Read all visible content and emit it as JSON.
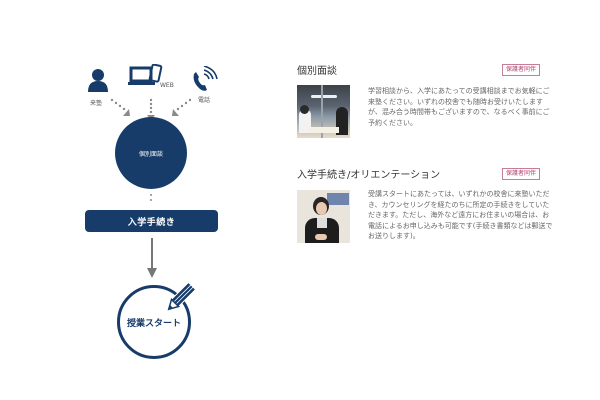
{
  "flow": {
    "sources": [
      {
        "label": "来塾",
        "icon": "person-icon"
      },
      {
        "label": "WEB",
        "icon": "laptop-phone-icon"
      },
      {
        "label": "電話",
        "icon": "phone-icon"
      }
    ],
    "step1_label": "個別面談",
    "step2_label": "入学手続き",
    "step3_label": "授業スタート",
    "colors": {
      "navy": "#173c69",
      "arrow_gray": "#777777"
    }
  },
  "sections": [
    {
      "title": "個別面談",
      "badge": "保護者同伴",
      "description": "学習相談から、入学にあたっての受講相談までお気軽にご来塾ください。いずれの校舎でも随時お受けいたしますが、混み合う時間帯もございますので、なるべく事前にご予約ください。"
    },
    {
      "title": "入学手続き/オリエンテーション",
      "badge": "保護者同伴",
      "description": "受講スタートにあたっては、いずれかの校舎に来塾いただき、カウンセリングを経たのちに所定の手続きをしていただきます。ただし、海外など遠方にお住まいの場合は、お電話によるお申し込みも可能です(手続き書類などは郵送でお送りします)。"
    }
  ]
}
